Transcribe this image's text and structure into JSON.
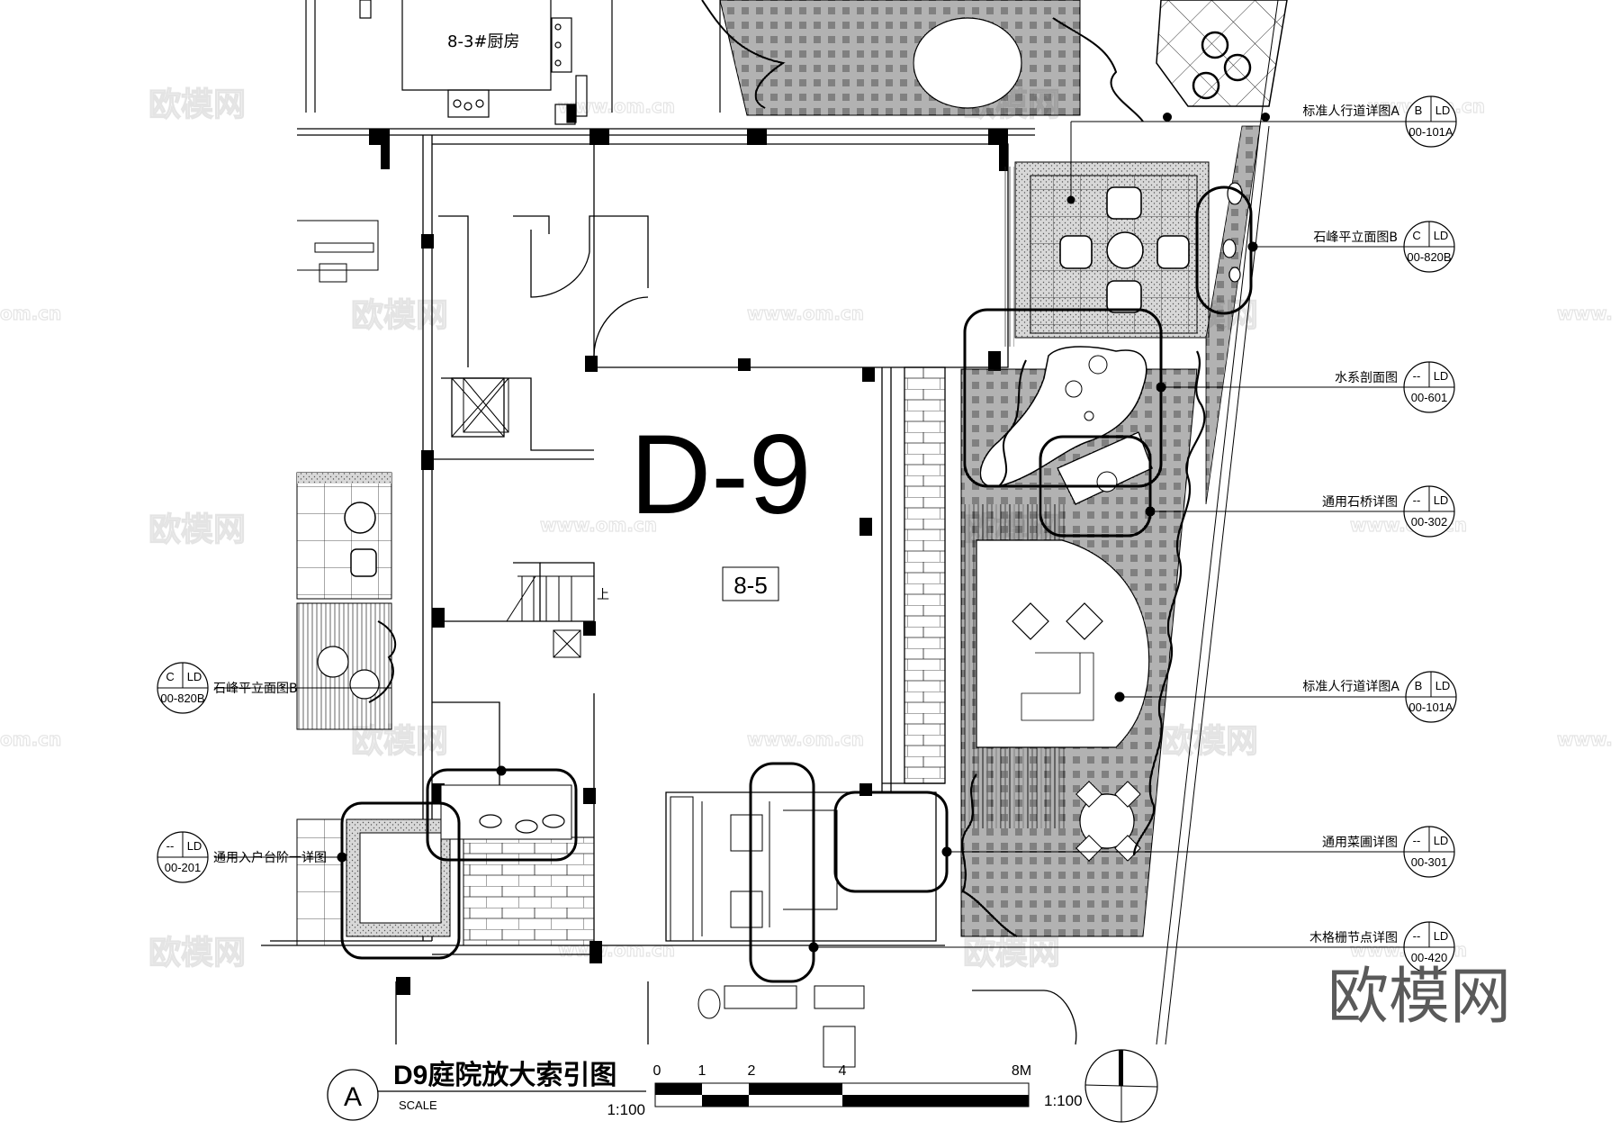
{
  "drawing": {
    "title": "D9庭院放大索引图",
    "view_id": "A",
    "scale_label": "SCALE",
    "scale_value": "1:100",
    "plot_label": "D-9",
    "plot_sub_label": "8-5",
    "neighbor_room_label": "8-3#厨房",
    "stair_up_label": "上"
  },
  "scale_bar": {
    "ticks": [
      "0",
      "1",
      "2",
      "4",
      "8M"
    ],
    "ratio": "1:100"
  },
  "callouts_right": [
    {
      "text": "标准人行道详图A",
      "detail": "B",
      "type": "LD",
      "sheet": "00-101A"
    },
    {
      "text": "石峰平立面图B",
      "detail": "C",
      "type": "LD",
      "sheet": "00-820B"
    },
    {
      "text": "水系剖面图",
      "detail": "--",
      "type": "LD",
      "sheet": "00-601"
    },
    {
      "text": "通用石桥详图",
      "detail": "--",
      "type": "LD",
      "sheet": "00-302"
    },
    {
      "text": "标准人行道详图A",
      "detail": "B",
      "type": "LD",
      "sheet": "00-101A"
    },
    {
      "text": "通用菜圃详图",
      "detail": "--",
      "type": "LD",
      "sheet": "00-301"
    },
    {
      "text": "木格栅节点详图",
      "detail": "--",
      "type": "LD",
      "sheet": "00-420"
    }
  ],
  "callouts_left": [
    {
      "text": "石峰平立面图B",
      "detail": "C",
      "type": "LD",
      "sheet": "00-820B"
    },
    {
      "text": "通用入户台阶一详图",
      "detail": "--",
      "type": "LD",
      "sheet": "00-201"
    }
  ],
  "watermark": {
    "brand": "欧模网",
    "url": "www.om.cn",
    "fragment": "om.cn"
  },
  "colors": {
    "line": "#000000",
    "background": "#ffffff",
    "watermark_light": "#e2e2e2",
    "watermark_dark": "#5a5a5a"
  }
}
